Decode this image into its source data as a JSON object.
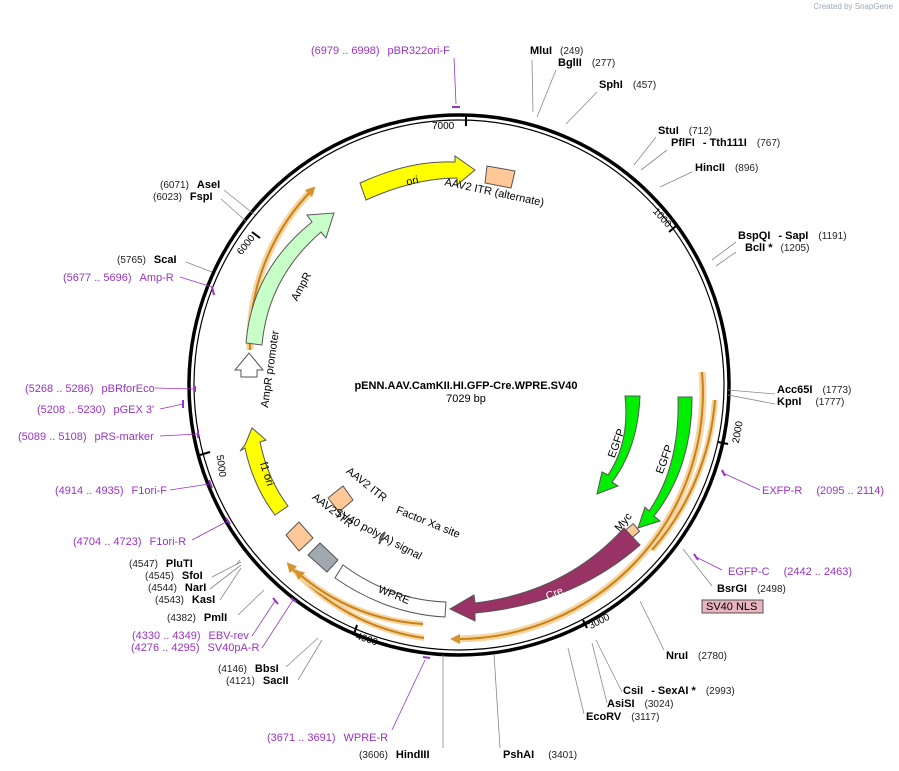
{
  "credit": "Created by SnapGene",
  "plasmid": {
    "name": "pENN.AAV.CamKII.HI.GFP-Cre.WPRE.SV40",
    "size": "7029 bp"
  },
  "ticks": [
    "1000",
    "2000",
    "3000",
    "4000",
    "5000",
    "6000",
    "7000"
  ],
  "enzymes_right": [
    {
      "name": "MluI",
      "pos": "(249)"
    },
    {
      "name": "BglII",
      "pos": "(277)"
    },
    {
      "name": "SphI",
      "pos": "(457)"
    },
    {
      "name": "StuI",
      "pos": "(712)"
    },
    {
      "name": "PflFI",
      "pos": "- Tth111I",
      "pos2": "(767)"
    },
    {
      "name": "HincII",
      "pos": "(896)"
    },
    {
      "name": "BspQI",
      "pos": "- SapI",
      "pos2": "(1191)"
    },
    {
      "name": "BclI *",
      "pos": "(1205)"
    },
    {
      "name": "Acc65I",
      "pos": "(1773)"
    },
    {
      "name": "KpnI",
      "pos": "(1777)"
    },
    {
      "name": "BsrGI",
      "pos": "(2498)"
    },
    {
      "name": "NruI",
      "pos": "(2780)"
    },
    {
      "name": "CsiI",
      "pos": "- SexAI *",
      "pos2": "(2993)"
    },
    {
      "name": "AsiSI",
      "pos": "(3024)"
    },
    {
      "name": "EcoRV",
      "pos": "(3117)"
    },
    {
      "name": "PshAI",
      "pos": "(3401)"
    },
    {
      "name": "HindIII",
      "pos": "(3606)"
    }
  ],
  "enzymes_left": [
    {
      "name": "AseI",
      "pos": "(6071)"
    },
    {
      "name": "FspI",
      "pos": "(6023)"
    },
    {
      "name": "ScaI",
      "pos": "(5765)"
    },
    {
      "name": "PluTI",
      "pos": "(4547)"
    },
    {
      "name": "SfoI",
      "pos": "(4545)"
    },
    {
      "name": "NarI",
      "pos": "(4544)"
    },
    {
      "name": "KasI",
      "pos": "(4543)"
    },
    {
      "name": "PmlI",
      "pos": "(4382)"
    },
    {
      "name": "BbsI",
      "pos": "(4146)"
    },
    {
      "name": "SacII",
      "pos": "(4121)"
    }
  ],
  "primers": [
    {
      "range": "(6979 .. 6998)",
      "name": "pBR322ori-F"
    },
    {
      "range": "(5677 .. 5696)",
      "name": "Amp-R"
    },
    {
      "range": "(5268 .. 5286)",
      "name": "pBRforEco"
    },
    {
      "range": "(5208 .. 5230)",
      "name": "pGEX 3'"
    },
    {
      "range": "(5089 .. 5108)",
      "name": "pRS-marker"
    },
    {
      "range": "(4914 .. 4935)",
      "name": "F1ori-F"
    },
    {
      "range": "(4704 .. 4723)",
      "name": "F1ori-R"
    },
    {
      "range": "(4330 .. 4349)",
      "name": "EBV-rev"
    },
    {
      "range": "(4276 .. 4295)",
      "name": "SV40pA-R"
    },
    {
      "range": "(3671 .. 3691)",
      "name": "WPRE-R"
    },
    {
      "name": "EXFP-R",
      "range": "(2095 .. 2114)"
    },
    {
      "name": "EGFP-C",
      "range": "(2442 .. 2463)"
    }
  ],
  "features": {
    "ori": "ori",
    "aav2_alt": "AAV2 ITR (alternate)",
    "ampr": "AmpR",
    "ampr_promoter": "AmpR promoter",
    "f1ori": "f1 ori",
    "aav2_a": "AAV2 ITR",
    "aav2_b": "AAV2 ITR",
    "sv40polya": "SV40 poly(A) signal",
    "wpre": "WPRE",
    "factorxa": "Factor Xa site",
    "egfp1": "EGFP",
    "egfp2": "EGFP",
    "myc": "Myc",
    "cre": "Cre",
    "sv40nls": "SV40 NLS"
  },
  "colors": {
    "ori": "#ffff00",
    "aav2": "#ffc896",
    "ampr": "#c8ffc8",
    "f1ori": "#ffff00",
    "egfp": "#00ee00",
    "cre": "#993366",
    "primer": "#9a33c4",
    "orf": "#f0b060",
    "sv40nls": "#e8b4c0",
    "sv40polya": "#a0a8b0"
  }
}
